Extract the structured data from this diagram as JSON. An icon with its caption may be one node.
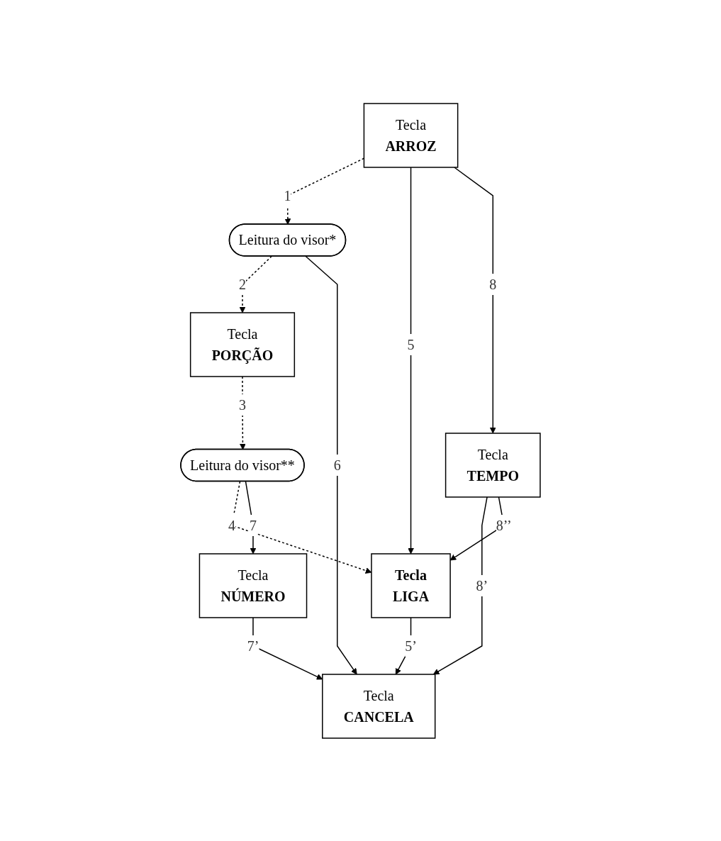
{
  "diagram": {
    "nodes": [
      {
        "text": [
          "Tecla",
          "ARROZ"
        ]
      },
      {
        "text": [
          "Tecla",
          "TEMPO"
        ]
      },
      {
        "text": [
          "Leitura do visor*"
        ]
      },
      {
        "text": [
          "Tecla",
          "CANCELA"
        ]
      },
      {
        "text": [
          "Tecla",
          "PORÇÃO"
        ]
      },
      {
        "text": [
          "Leitura do visor**"
        ]
      },
      {
        "text": [
          "Tecla",
          "NÚMERO"
        ]
      },
      {
        "text": [
          "Tecla",
          "LIGA"
        ]
      }
    ],
    "edges": [
      {
        "from": 0,
        "to": 2,
        "arrow": "to",
        "label": "1",
        "style": "dashed"
      },
      {
        "from": 2,
        "to": 4,
        "arrow": "to",
        "label": "2",
        "style": "dashed"
      },
      {
        "from": 4,
        "to": 5,
        "arrow": "to",
        "label": "3",
        "style": "dashed"
      },
      {
        "from": 5,
        "to": 7,
        "arrow": "to",
        "label": "4",
        "style": "dashed"
      },
      {
        "from": 0,
        "to": 7,
        "arrow": "to",
        "label": "5"
      },
      {
        "from": 7,
        "to": 3,
        "arrow": "to",
        "label": "5’"
      },
      {
        "from": 2,
        "to": 3,
        "arrow": "to",
        "label": "6"
      },
      {
        "from": 5,
        "to": 6,
        "arrow": "to",
        "label": "7"
      },
      {
        "from": 6,
        "to": 3,
        "arrow": "to",
        "label": "7’"
      },
      {
        "from": 0,
        "to": 1,
        "arrow": "to",
        "label": "8"
      },
      {
        "from": 1,
        "to": 3,
        "arrow": "to",
        "label": "8’"
      },
      {
        "from": 1,
        "to": 7,
        "arrow": "to",
        "label": "8’’"
      }
    ]
  }
}
